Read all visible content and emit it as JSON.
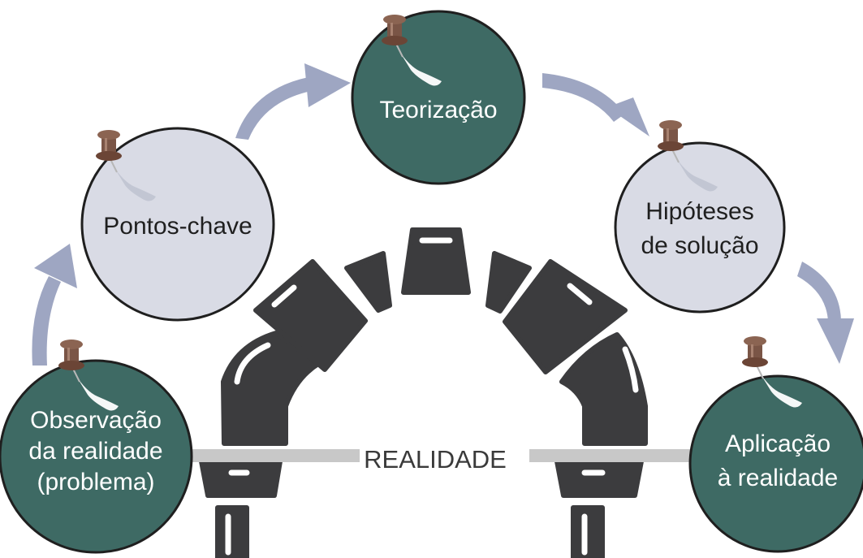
{
  "center_label": "REALIDADE",
  "colors": {
    "dark_node": "#3e6a64",
    "light_node": "#d9dbe5",
    "arrow": "#9ea6c2",
    "stone": "#3c3c3e",
    "beam": "#c8c8c8",
    "pin_head": "#7a5546"
  },
  "nodes": [
    {
      "id": "observacao",
      "variant": "dark",
      "lines": [
        "Observação",
        "da realidade",
        "(problema)"
      ]
    },
    {
      "id": "pontos",
      "variant": "light",
      "lines": [
        "Pontos-chave"
      ]
    },
    {
      "id": "teorizacao",
      "variant": "dark",
      "lines": [
        "Teorização"
      ]
    },
    {
      "id": "hipoteses",
      "variant": "light",
      "lines": [
        "Hipóteses",
        "de solução"
      ]
    },
    {
      "id": "aplicacao",
      "variant": "dark",
      "lines": [
        "Aplicação",
        "à realidade"
      ]
    }
  ]
}
